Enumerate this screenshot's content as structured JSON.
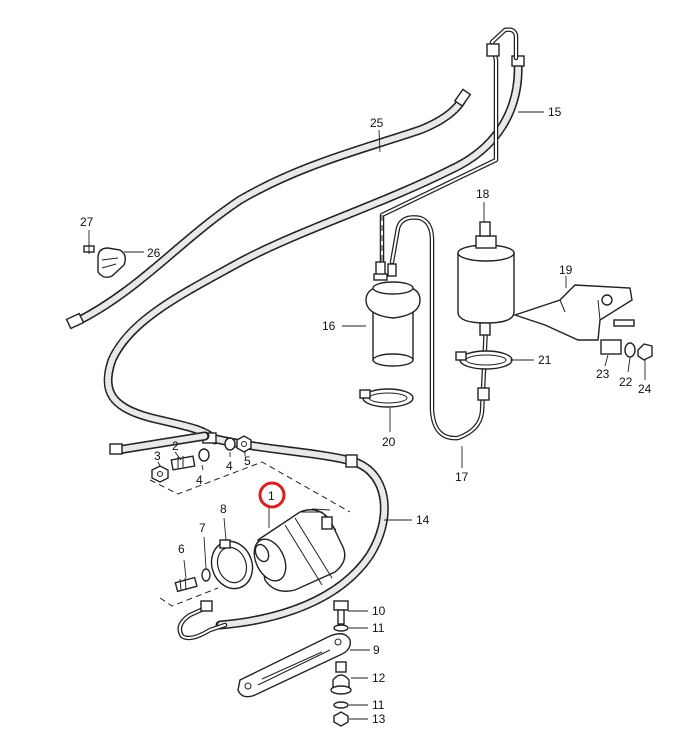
{
  "callouts": {
    "c1": "1",
    "c2": "2",
    "c3": "3",
    "c4a": "4",
    "c4b": "4",
    "c5": "5",
    "c6": "6",
    "c7": "7",
    "c8": "8",
    "c9": "9",
    "c10": "10",
    "c11a": "11",
    "c11b": "11",
    "c12": "12",
    "c13": "13",
    "c14": "14",
    "c15": "15",
    "c16": "16",
    "c17": "17",
    "c18": "18",
    "c19": "19",
    "c20": "20",
    "c21": "21",
    "c22": "22",
    "c23": "23",
    "c24": "24",
    "c25": "25",
    "c26": "26",
    "c27": "27"
  },
  "highlight": {
    "part": "1",
    "color": "#d92020"
  }
}
